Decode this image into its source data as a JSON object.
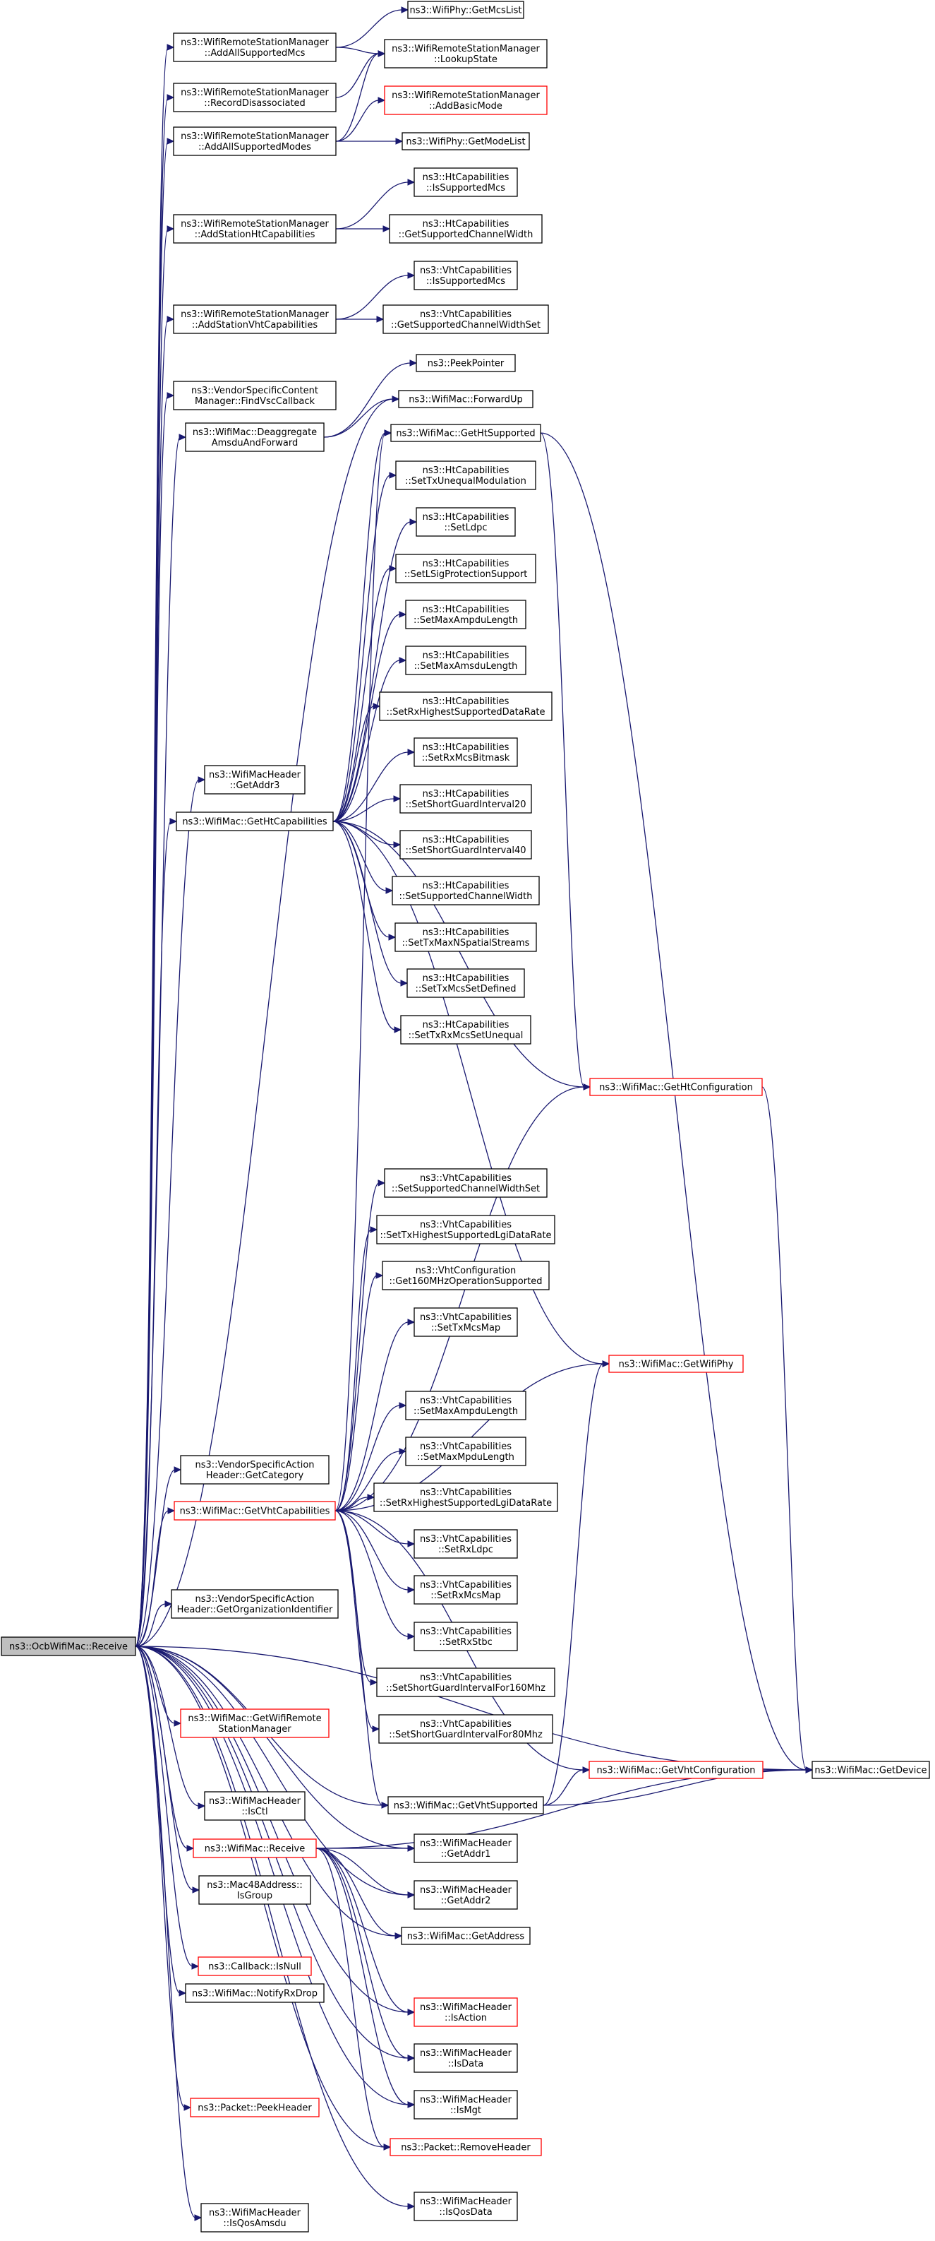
{
  "graph": {
    "root_id": "ocb_receive",
    "nodes": {
      "ocb_receive": {
        "lines": [
          "ns3::OcbWifiMac::Receive"
        ],
        "style": "root"
      },
      "add_all_supported_mcs": {
        "lines": [
          "ns3::WifiRemoteStationManager",
          "::AddAllSupportedMcs"
        ],
        "style": "normal"
      },
      "record_disassociated": {
        "lines": [
          "ns3::WifiRemoteStationManager",
          "::RecordDisassociated"
        ],
        "style": "normal"
      },
      "add_all_supported_modes": {
        "lines": [
          "ns3::WifiRemoteStationManager",
          "::AddAllSupportedModes"
        ],
        "style": "normal"
      },
      "add_station_ht_caps": {
        "lines": [
          "ns3::WifiRemoteStationManager",
          "::AddStationHtCapabilities"
        ],
        "style": "normal"
      },
      "add_station_vht_caps": {
        "lines": [
          "ns3::WifiRemoteStationManager",
          "::AddStationVhtCapabilities"
        ],
        "style": "normal"
      },
      "vendor_find_vsc": {
        "lines": [
          "ns3::VendorSpecificContent",
          "Manager::FindVscCallback"
        ],
        "style": "normal"
      },
      "deaggregate": {
        "lines": [
          "ns3::WifiMac::Deaggregate",
          "AmsduAndForward"
        ],
        "style": "normal"
      },
      "hdr_get_addr3": {
        "lines": [
          "ns3::WifiMacHeader",
          "::GetAddr3"
        ],
        "style": "normal"
      },
      "get_ht_caps": {
        "lines": [
          "ns3::WifiMac::GetHtCapabilities"
        ],
        "style": "normal"
      },
      "vendor_action_category": {
        "lines": [
          "ns3::VendorSpecificAction",
          "Header::GetCategory"
        ],
        "style": "normal"
      },
      "get_vht_caps": {
        "lines": [
          "ns3::WifiMac::GetVhtCapabilities"
        ],
        "style": "red"
      },
      "vendor_action_oui": {
        "lines": [
          "ns3::VendorSpecificAction",
          "Header::GetOrganizationIdentifier"
        ],
        "style": "normal"
      },
      "get_wifi_remote_sm": {
        "lines": [
          "ns3::WifiMac::GetWifiRemote",
          "StationManager"
        ],
        "style": "red"
      },
      "hdr_is_ctl": {
        "lines": [
          "ns3::WifiMacHeader",
          "::IsCtl"
        ],
        "style": "normal"
      },
      "wifimac_receive": {
        "lines": [
          "ns3::WifiMac::Receive"
        ],
        "style": "red"
      },
      "mac48_is_group": {
        "lines": [
          "ns3::Mac48Address::",
          "IsGroup"
        ],
        "style": "normal"
      },
      "callback_is_null": {
        "lines": [
          "ns3::Callback::IsNull"
        ],
        "style": "red"
      },
      "notify_rx_drop": {
        "lines": [
          "ns3::WifiMac::NotifyRxDrop"
        ],
        "style": "normal"
      },
      "packet_peek_header": {
        "lines": [
          "ns3::Packet::PeekHeader"
        ],
        "style": "red"
      },
      "hdr_is_qos_amsdu": {
        "lines": [
          "ns3::WifiMacHeader",
          "::IsQosAmsdu"
        ],
        "style": "normal"
      },
      "phy_get_mcs_list": {
        "lines": [
          "ns3::WifiPhy::GetMcsList"
        ],
        "style": "normal"
      },
      "lookup_state": {
        "lines": [
          "ns3::WifiRemoteStationManager",
          "::LookupState"
        ],
        "style": "normal"
      },
      "add_basic_mode": {
        "lines": [
          "ns3::WifiRemoteStationManager",
          "::AddBasicMode"
        ],
        "style": "red"
      },
      "phy_get_mode_list": {
        "lines": [
          "ns3::WifiPhy::GetModeList"
        ],
        "style": "normal"
      },
      "ht_is_supported_mcs": {
        "lines": [
          "ns3::HtCapabilities",
          "::IsSupportedMcs"
        ],
        "style": "normal"
      },
      "ht_get_supported_cw": {
        "lines": [
          "ns3::HtCapabilities",
          "::GetSupportedChannelWidth"
        ],
        "style": "normal"
      },
      "vht_is_supported_mcs": {
        "lines": [
          "ns3::VhtCapabilities",
          "::IsSupportedMcs"
        ],
        "style": "normal"
      },
      "vht_get_supported_cws": {
        "lines": [
          "ns3::VhtCapabilities",
          "::GetSupportedChannelWidthSet"
        ],
        "style": "normal"
      },
      "peek_pointer": {
        "lines": [
          "ns3::PeekPointer"
        ],
        "style": "normal"
      },
      "forward_up": {
        "lines": [
          "ns3::WifiMac::ForwardUp"
        ],
        "style": "normal"
      },
      "get_ht_supported": {
        "lines": [
          "ns3::WifiMac::GetHtSupported"
        ],
        "style": "normal"
      },
      "ht_set_tx_unequal_mod": {
        "lines": [
          "ns3::HtCapabilities",
          "::SetTxUnequalModulation"
        ],
        "style": "normal"
      },
      "ht_set_ldpc": {
        "lines": [
          "ns3::HtCapabilities",
          "::SetLdpc"
        ],
        "style": "normal"
      },
      "ht_set_lsig": {
        "lines": [
          "ns3::HtCapabilities",
          "::SetLSigProtectionSupport"
        ],
        "style": "normal"
      },
      "ht_set_max_ampdu": {
        "lines": [
          "ns3::HtCapabilities",
          "::SetMaxAmpduLength"
        ],
        "style": "normal"
      },
      "ht_set_max_amsdu": {
        "lines": [
          "ns3::HtCapabilities",
          "::SetMaxAmsduLength"
        ],
        "style": "normal"
      },
      "ht_set_rx_highest": {
        "lines": [
          "ns3::HtCapabilities",
          "::SetRxHighestSupportedDataRate"
        ],
        "style": "normal"
      },
      "ht_set_rx_mcs_bitmask": {
        "lines": [
          "ns3::HtCapabilities",
          "::SetRxMcsBitmask"
        ],
        "style": "normal"
      },
      "ht_set_sgi20": {
        "lines": [
          "ns3::HtCapabilities",
          "::SetShortGuardInterval20"
        ],
        "style": "normal"
      },
      "ht_set_sgi40": {
        "lines": [
          "ns3::HtCapabilities",
          "::SetShortGuardInterval40"
        ],
        "style": "normal"
      },
      "ht_set_supported_cw": {
        "lines": [
          "ns3::HtCapabilities",
          "::SetSupportedChannelWidth"
        ],
        "style": "normal"
      },
      "ht_set_tx_max_nss": {
        "lines": [
          "ns3::HtCapabilities",
          "::SetTxMaxNSpatialStreams"
        ],
        "style": "normal"
      },
      "ht_set_tx_mcs_defined": {
        "lines": [
          "ns3::HtCapabilities",
          "::SetTxMcsSetDefined"
        ],
        "style": "normal"
      },
      "ht_set_txrx_mcs_unequal": {
        "lines": [
          "ns3::HtCapabilities",
          "::SetTxRxMcsSetUnequal"
        ],
        "style": "normal"
      },
      "get_ht_configuration": {
        "lines": [
          "ns3::WifiMac::GetHtConfiguration"
        ],
        "style": "red"
      },
      "vht_set_supported_cws": {
        "lines": [
          "ns3::VhtCapabilities",
          "::SetSupportedChannelWidthSet"
        ],
        "style": "normal"
      },
      "vht_set_tx_highest_lgi": {
        "lines": [
          "ns3::VhtCapabilities",
          "::SetTxHighestSupportedLgiDataRate"
        ],
        "style": "normal"
      },
      "vhtconf_get160": {
        "lines": [
          "ns3::VhtConfiguration",
          "::Get160MHzOperationSupported"
        ],
        "style": "normal"
      },
      "vht_set_tx_mcs_map": {
        "lines": [
          "ns3::VhtCapabilities",
          "::SetTxMcsMap"
        ],
        "style": "normal"
      },
      "get_wifi_phy": {
        "lines": [
          "ns3::WifiMac::GetWifiPhy"
        ],
        "style": "red"
      },
      "vht_set_max_ampdu": {
        "lines": [
          "ns3::VhtCapabilities",
          "::SetMaxAmpduLength"
        ],
        "style": "normal"
      },
      "vht_set_max_mpdu": {
        "lines": [
          "ns3::VhtCapabilities",
          "::SetMaxMpduLength"
        ],
        "style": "normal"
      },
      "vht_set_rx_highest_lgi": {
        "lines": [
          "ns3::VhtCapabilities",
          "::SetRxHighestSupportedLgiDataRate"
        ],
        "style": "normal"
      },
      "vht_set_rx_ldpc": {
        "lines": [
          "ns3::VhtCapabilities",
          "::SetRxLdpc"
        ],
        "style": "normal"
      },
      "vht_set_rx_mcs_map": {
        "lines": [
          "ns3::VhtCapabilities",
          "::SetRxMcsMap"
        ],
        "style": "normal"
      },
      "vht_set_rx_stbc": {
        "lines": [
          "ns3::VhtCapabilities",
          "::SetRxStbc"
        ],
        "style": "normal"
      },
      "vht_set_sgi160": {
        "lines": [
          "ns3::VhtCapabilities",
          "::SetShortGuardIntervalFor160Mhz"
        ],
        "style": "normal"
      },
      "vht_set_sgi80": {
        "lines": [
          "ns3::VhtCapabilities",
          "::SetShortGuardIntervalFor80Mhz"
        ],
        "style": "normal"
      },
      "get_vht_configuration": {
        "lines": [
          "ns3::WifiMac::GetVhtConfiguration"
        ],
        "style": "red"
      },
      "get_device": {
        "lines": [
          "ns3::WifiMac::GetDevice"
        ],
        "style": "normal"
      },
      "get_vht_supported": {
        "lines": [
          "ns3::WifiMac::GetVhtSupported"
        ],
        "style": "normal"
      },
      "hdr_get_addr1": {
        "lines": [
          "ns3::WifiMacHeader",
          "::GetAddr1"
        ],
        "style": "normal"
      },
      "hdr_get_addr2": {
        "lines": [
          "ns3::WifiMacHeader",
          "::GetAddr2"
        ],
        "style": "normal"
      },
      "wifimac_get_address": {
        "lines": [
          "ns3::WifiMac::GetAddress"
        ],
        "style": "normal"
      },
      "hdr_is_action": {
        "lines": [
          "ns3::WifiMacHeader",
          "::IsAction"
        ],
        "style": "red"
      },
      "hdr_is_data": {
        "lines": [
          "ns3::WifiMacHeader",
          "::IsData"
        ],
        "style": "normal"
      },
      "hdr_is_mgt": {
        "lines": [
          "ns3::WifiMacHeader",
          "::IsMgt"
        ],
        "style": "normal"
      },
      "packet_remove_header": {
        "lines": [
          "ns3::Packet::RemoveHeader"
        ],
        "style": "red"
      },
      "hdr_is_qos_data": {
        "lines": [
          "ns3::WifiMacHeader",
          "::IsQosData"
        ],
        "style": "normal"
      }
    },
    "edges": [
      [
        "ocb_receive",
        "add_all_supported_mcs"
      ],
      [
        "ocb_receive",
        "record_disassociated"
      ],
      [
        "ocb_receive",
        "add_all_supported_modes"
      ],
      [
        "ocb_receive",
        "add_station_ht_caps"
      ],
      [
        "ocb_receive",
        "add_station_vht_caps"
      ],
      [
        "ocb_receive",
        "vendor_find_vsc"
      ],
      [
        "ocb_receive",
        "deaggregate"
      ],
      [
        "ocb_receive",
        "forward_up"
      ],
      [
        "ocb_receive",
        "hdr_get_addr3"
      ],
      [
        "ocb_receive",
        "get_ht_caps"
      ],
      [
        "ocb_receive",
        "vendor_action_category"
      ],
      [
        "ocb_receive",
        "get_vht_caps"
      ],
      [
        "ocb_receive",
        "vendor_action_oui"
      ],
      [
        "ocb_receive",
        "get_wifi_remote_sm"
      ],
      [
        "ocb_receive",
        "hdr_is_ctl"
      ],
      [
        "ocb_receive",
        "wifimac_receive"
      ],
      [
        "ocb_receive",
        "mac48_is_group"
      ],
      [
        "ocb_receive",
        "callback_is_null"
      ],
      [
        "ocb_receive",
        "notify_rx_drop"
      ],
      [
        "ocb_receive",
        "packet_peek_header"
      ],
      [
        "ocb_receive",
        "hdr_is_qos_amsdu"
      ],
      [
        "ocb_receive",
        "get_vht_supported"
      ],
      [
        "ocb_receive",
        "hdr_get_addr1"
      ],
      [
        "ocb_receive",
        "hdr_get_addr2"
      ],
      [
        "ocb_receive",
        "wifimac_get_address"
      ],
      [
        "ocb_receive",
        "hdr_is_action"
      ],
      [
        "ocb_receive",
        "hdr_is_data"
      ],
      [
        "ocb_receive",
        "hdr_is_mgt"
      ],
      [
        "ocb_receive",
        "packet_remove_header"
      ],
      [
        "ocb_receive",
        "hdr_is_qos_data"
      ],
      [
        "ocb_receive",
        "get_device"
      ],
      [
        "add_all_supported_mcs",
        "phy_get_mcs_list"
      ],
      [
        "add_all_supported_mcs",
        "lookup_state"
      ],
      [
        "record_disassociated",
        "lookup_state"
      ],
      [
        "add_all_supported_modes",
        "lookup_state"
      ],
      [
        "add_all_supported_modes",
        "add_basic_mode"
      ],
      [
        "add_all_supported_modes",
        "phy_get_mode_list"
      ],
      [
        "add_station_ht_caps",
        "ht_is_supported_mcs"
      ],
      [
        "add_station_ht_caps",
        "ht_get_supported_cw"
      ],
      [
        "add_station_vht_caps",
        "vht_is_supported_mcs"
      ],
      [
        "add_station_vht_caps",
        "vht_get_supported_cws"
      ],
      [
        "deaggregate",
        "peek_pointer"
      ],
      [
        "deaggregate",
        "forward_up"
      ],
      [
        "get_ht_caps",
        "get_ht_supported"
      ],
      [
        "get_ht_caps",
        "ht_set_tx_unequal_mod"
      ],
      [
        "get_ht_caps",
        "ht_set_ldpc"
      ],
      [
        "get_ht_caps",
        "ht_set_lsig"
      ],
      [
        "get_ht_caps",
        "ht_set_max_ampdu"
      ],
      [
        "get_ht_caps",
        "ht_set_max_amsdu"
      ],
      [
        "get_ht_caps",
        "ht_set_rx_highest"
      ],
      [
        "get_ht_caps",
        "ht_set_rx_mcs_bitmask"
      ],
      [
        "get_ht_caps",
        "ht_set_sgi20"
      ],
      [
        "get_ht_caps",
        "ht_set_sgi40"
      ],
      [
        "get_ht_caps",
        "ht_set_supported_cw"
      ],
      [
        "get_ht_caps",
        "ht_set_tx_max_nss"
      ],
      [
        "get_ht_caps",
        "ht_set_tx_mcs_defined"
      ],
      [
        "get_ht_caps",
        "ht_set_txrx_mcs_unequal"
      ],
      [
        "get_ht_caps",
        "get_ht_configuration"
      ],
      [
        "get_ht_caps",
        "get_wifi_phy"
      ],
      [
        "get_ht_supported",
        "get_ht_configuration"
      ],
      [
        "get_ht_supported",
        "get_device"
      ],
      [
        "get_ht_configuration",
        "get_device"
      ],
      [
        "get_vht_caps",
        "get_ht_supported"
      ],
      [
        "get_vht_caps",
        "get_ht_configuration"
      ],
      [
        "get_vht_caps",
        "vht_set_supported_cws"
      ],
      [
        "get_vht_caps",
        "vht_set_tx_highest_lgi"
      ],
      [
        "get_vht_caps",
        "vhtconf_get160"
      ],
      [
        "get_vht_caps",
        "vht_set_tx_mcs_map"
      ],
      [
        "get_vht_caps",
        "get_wifi_phy"
      ],
      [
        "get_vht_caps",
        "vht_set_max_ampdu"
      ],
      [
        "get_vht_caps",
        "vht_set_max_mpdu"
      ],
      [
        "get_vht_caps",
        "vht_set_rx_highest_lgi"
      ],
      [
        "get_vht_caps",
        "vht_set_rx_ldpc"
      ],
      [
        "get_vht_caps",
        "vht_set_rx_mcs_map"
      ],
      [
        "get_vht_caps",
        "vht_set_rx_stbc"
      ],
      [
        "get_vht_caps",
        "vht_set_sgi160"
      ],
      [
        "get_vht_caps",
        "vht_set_sgi80"
      ],
      [
        "get_vht_caps",
        "get_vht_configuration"
      ],
      [
        "get_vht_caps",
        "get_vht_supported"
      ],
      [
        "get_vht_supported",
        "get_vht_configuration"
      ],
      [
        "get_vht_supported",
        "get_device"
      ],
      [
        "get_vht_supported",
        "get_wifi_phy"
      ],
      [
        "get_vht_configuration",
        "get_device"
      ],
      [
        "wifimac_receive",
        "hdr_get_addr1"
      ],
      [
        "wifimac_receive",
        "hdr_get_addr2"
      ],
      [
        "wifimac_receive",
        "wifimac_get_address"
      ],
      [
        "wifimac_receive",
        "hdr_is_action"
      ],
      [
        "wifimac_receive",
        "hdr_is_data"
      ],
      [
        "wifimac_receive",
        "hdr_is_mgt"
      ],
      [
        "wifimac_receive",
        "packet_remove_header"
      ],
      [
        "wifimac_receive",
        "get_device"
      ]
    ]
  }
}
